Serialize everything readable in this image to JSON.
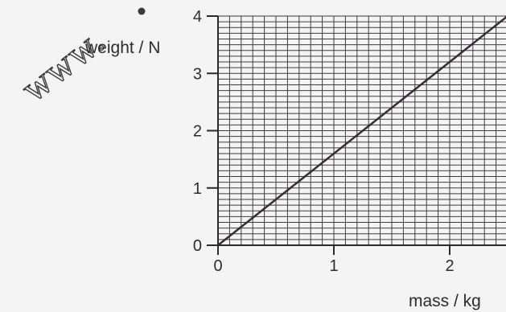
{
  "chart_data": {
    "type": "line",
    "title": "",
    "xlabel": "mass / kg",
    "ylabel": "weight / N",
    "xlim": [
      0,
      2.5
    ],
    "ylim": [
      0,
      4
    ],
    "x_ticks": [
      0,
      1,
      2
    ],
    "y_ticks": [
      0,
      1,
      2,
      3,
      4
    ],
    "x_tick_labels": [
      "0",
      "1",
      "2"
    ],
    "y_tick_labels": [
      "0",
      "1",
      "2",
      "3",
      "4"
    ],
    "grid": true,
    "minor_grid_per_unit_x": 10,
    "minor_grid_per_unit_y": 10,
    "series": [
      {
        "x": [
          0,
          2.5
        ],
        "y": [
          0,
          4
        ],
        "color": "#3a2a38"
      }
    ]
  },
  "watermark": {
    "text": "www."
  },
  "colors": {
    "grid": "#3c3c3c",
    "axis": "#2a2a2a",
    "background": "#f4f4f4"
  }
}
